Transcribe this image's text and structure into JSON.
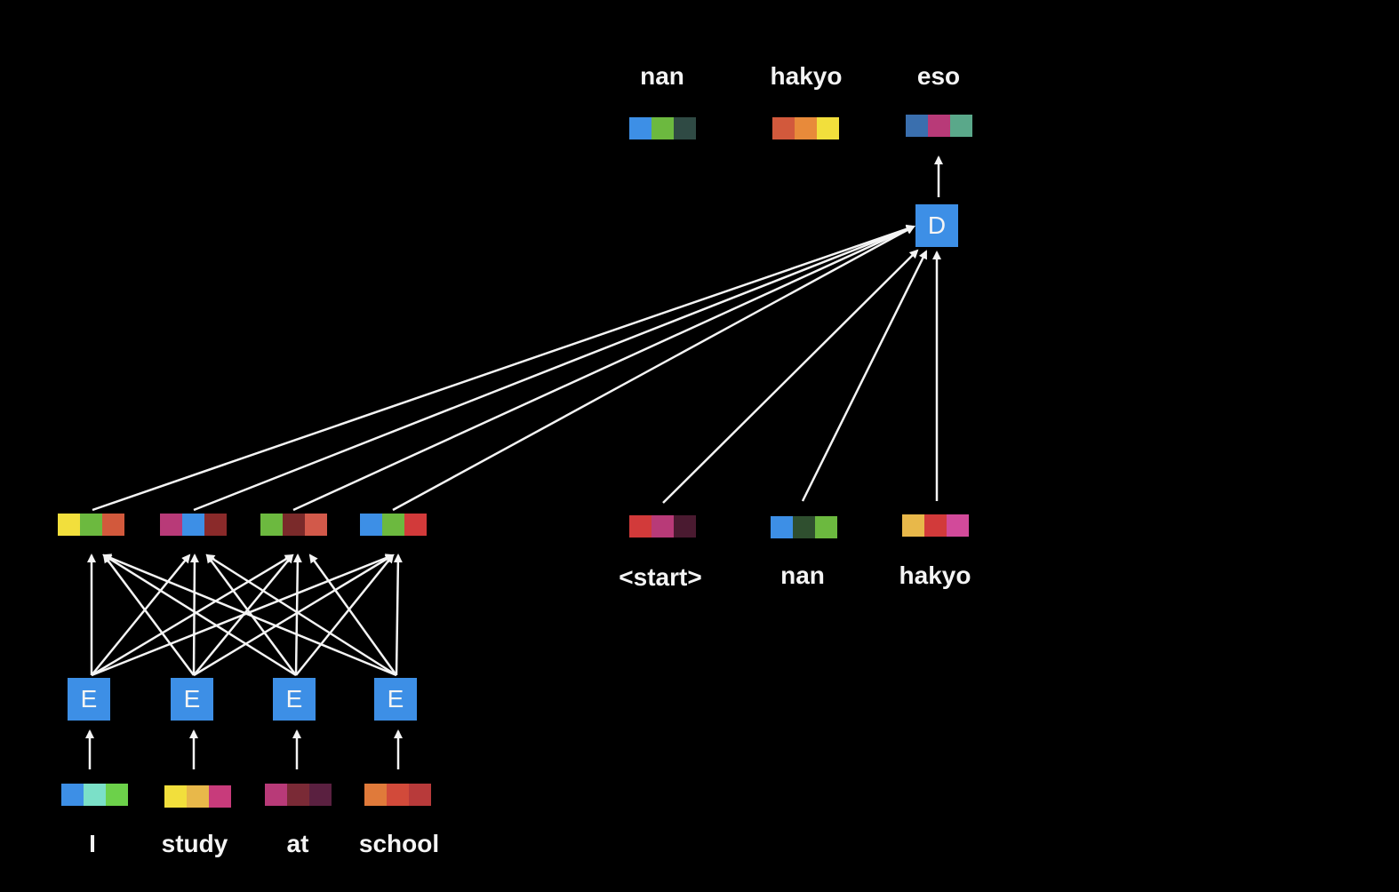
{
  "encoder": {
    "block_label": "E",
    "tokens": [
      {
        "word": "I",
        "input_colors": [
          "#3d8fe6",
          "#7be0c8",
          "#6cd14a"
        ],
        "output_colors": [
          "#f2df3c",
          "#6cb93f",
          "#d2593c"
        ]
      },
      {
        "word": "study",
        "input_colors": [
          "#f2df3c",
          "#e8b84a",
          "#c83b7b"
        ],
        "output_colors": [
          "#b83a78",
          "#3d8fe6",
          "#8a2a2a"
        ]
      },
      {
        "word": "at",
        "input_colors": [
          "#b83a78",
          "#7a2a36",
          "#5a2040"
        ],
        "output_colors": [
          "#6cb93f",
          "#7a2a2a",
          "#d2594a"
        ]
      },
      {
        "word": "school",
        "input_colors": [
          "#e07a3a",
          "#d24a3a",
          "#b83a3a"
        ],
        "output_colors": [
          "#3d8fe6",
          "#6cb93f",
          "#d23a3a"
        ]
      }
    ]
  },
  "decoder": {
    "block_label": "D",
    "inputs": [
      {
        "word": "<start>",
        "colors": [
          "#d23a3a",
          "#b83a78",
          "#4a1a30"
        ]
      },
      {
        "word": "nan",
        "colors": [
          "#3d8fe6",
          "#2f4f2f",
          "#6cb93f"
        ]
      },
      {
        "word": "hakyo",
        "colors": [
          "#e8b84a",
          "#d23a3a",
          "#d24a9a"
        ]
      }
    ],
    "outputs": [
      {
        "word": "nan",
        "colors": [
          "#3d8fe6",
          "#6cb93f",
          "#2f4a44"
        ]
      },
      {
        "word": "hakyo",
        "colors": [
          "#d2593c",
          "#e88a3a",
          "#f2df3c"
        ]
      },
      {
        "word": "eso",
        "colors": [
          "#3a6fae",
          "#b83a78",
          "#5aa88a"
        ]
      }
    ]
  }
}
